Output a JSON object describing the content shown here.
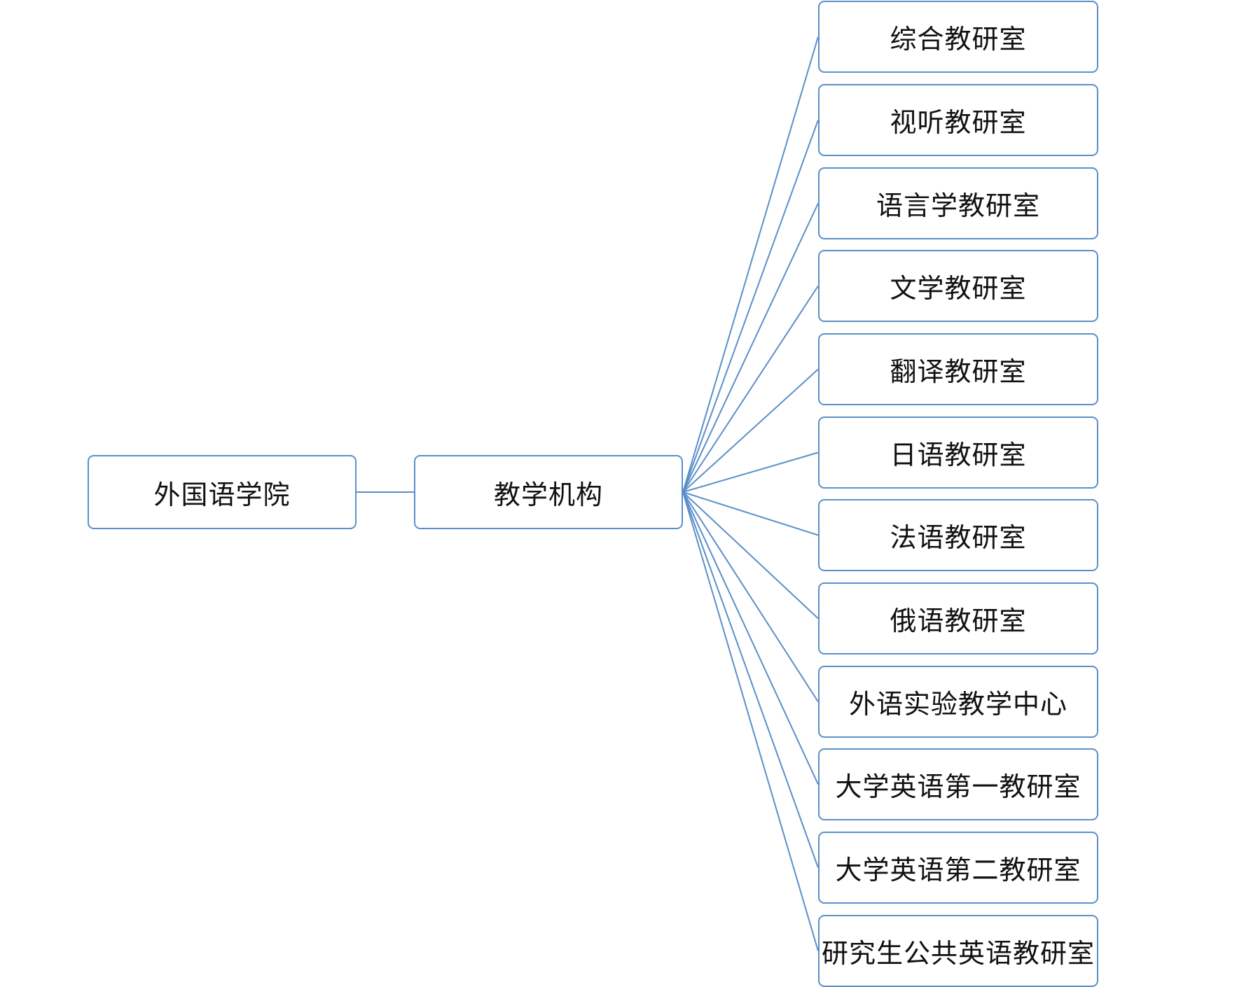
{
  "diagram": {
    "root": {
      "label": "外国语学院"
    },
    "branch": {
      "label": "教学机构"
    },
    "units": [
      {
        "label": "综合教研室"
      },
      {
        "label": "视听教研室"
      },
      {
        "label": "语言学教研室"
      },
      {
        "label": "文学教研室"
      },
      {
        "label": "翻译教研室"
      },
      {
        "label": "日语教研室"
      },
      {
        "label": "法语教研室"
      },
      {
        "label": "俄语教研室"
      },
      {
        "label": "外语实验教学中心"
      },
      {
        "label": "大学英语第一教研室"
      },
      {
        "label": "大学英语第二教研室"
      },
      {
        "label": "研究生公共英语教研室"
      }
    ]
  },
  "colors": {
    "border": "#5b8fc9",
    "connector": "#5b8fc9",
    "text": "#111111",
    "background": "#ffffff"
  }
}
